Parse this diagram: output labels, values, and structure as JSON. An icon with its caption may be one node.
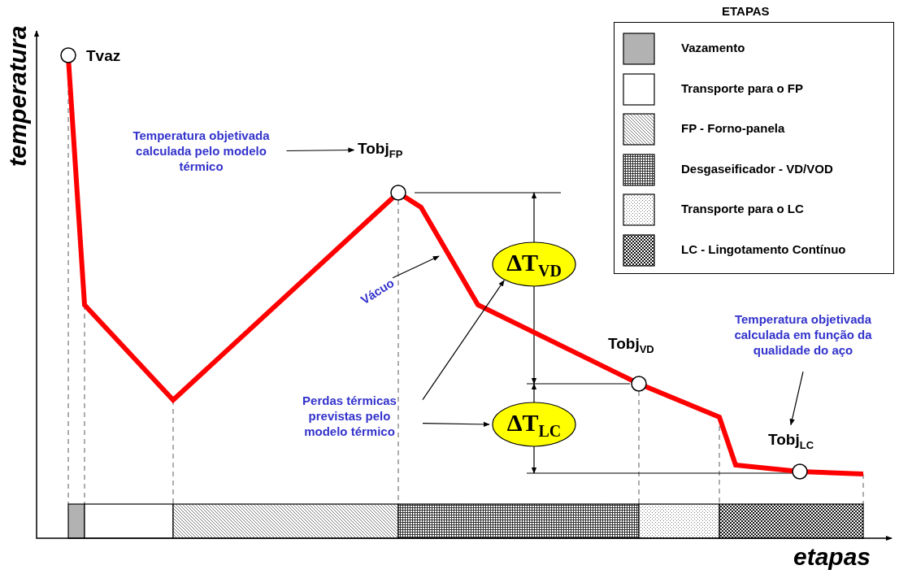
{
  "diagram": {
    "nodes": [
      {
        "text": [
          "Temperatura objetivada calculada pelo modelo térmico"
        ]
      },
      {
        "text": [
          "Tobj$_{FP}$"
        ]
      },
      {
        "text": [
          "Vácuo"
        ]
      },
      {
        "text": [
          "Perdas térmicas previstas pelo modelo térmico"
        ]
      },
      {
        "text": [
          "ΔT$_{VD}$"
        ]
      },
      {
        "text": [
          "ΔT$_{LC}$"
        ]
      },
      {
        "text": [
          "Temperatura objetivada calculada em função da qualidade do aço"
        ]
      },
      {
        "text": [
          "Tobj$_{LC}$"
        ]
      }
    ],
    "edges": [
      {
        "from": 0,
        "to": 1,
        "arrow": "to"
      },
      {
        "from": 2,
        "to": null,
        "arrow": "to"
      },
      {
        "from": 3,
        "to": 4,
        "arrow": "to"
      },
      {
        "from": 3,
        "to": 5,
        "arrow": "to"
      },
      {
        "from": 6,
        "to": 7,
        "arrow": "to"
      }
    ],
    "labels": [
      "Tvaz",
      "Tobj$_{VD}$",
      "temperatura",
      "etapas",
      "ETAPAS"
    ],
    "legend": [
      {
        "text": "Vazamento",
        "color": "#b2b2b2"
      },
      {
        "text": "Transporte para o FP",
        "color": "#ffffff"
      },
      {
        "text": "FP - Forno-panela"
      },
      {
        "text": "Desgaseificador - VD/VOD"
      },
      {
        "text": "Transporte para o LC"
      },
      {
        "text": "LC - Lingotamento Contínuo"
      }
    ]
  }
}
